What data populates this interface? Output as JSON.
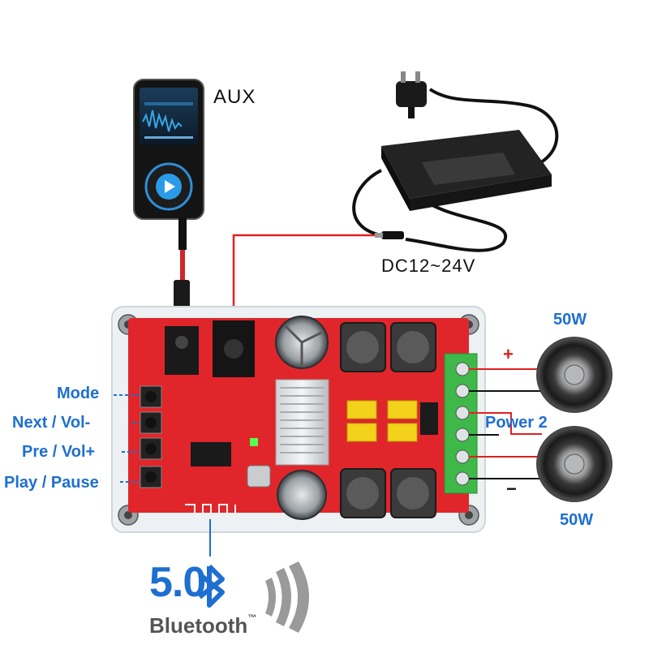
{
  "labels": {
    "aux": "AUX",
    "dc": "DC12~24V",
    "watt_top": "50W",
    "watt_bottom": "50W",
    "power": "Power 2",
    "plus": "+",
    "minus": "−"
  },
  "buttons": [
    {
      "label": "Mode"
    },
    {
      "label": "Next / Vol-"
    },
    {
      "label": "Pre / Vol+"
    },
    {
      "label": "Play / Pause"
    }
  ],
  "bluetooth": {
    "version": "5.0",
    "brand": "Bluetooth",
    "trademark": "™"
  },
  "colors": {
    "label_blue": "#1e6fd0",
    "board_red": "#e0262a",
    "wire_red": "#e02020",
    "terminal_green": "#3fb84a",
    "acrylic": "#eef1f3"
  },
  "icons": [
    "music-player-icon",
    "power-adapter-icon",
    "speaker-icon",
    "bluetooth-icon",
    "sound-wave-icon"
  ]
}
